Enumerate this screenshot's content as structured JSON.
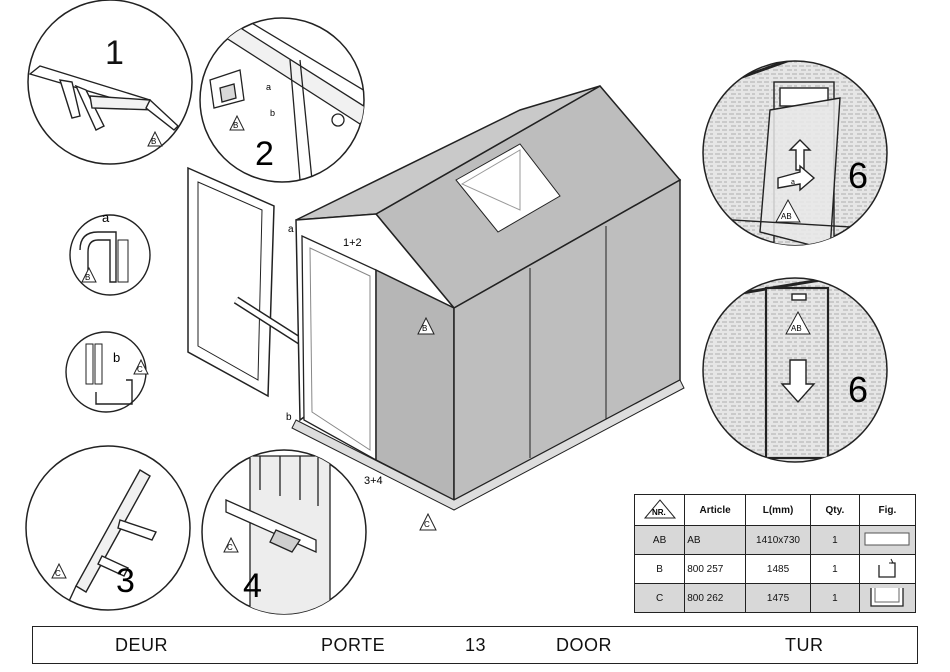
{
  "steps": {
    "s1": "1",
    "s2": "2",
    "s3": "3",
    "s4": "4",
    "s6a": "6",
    "s6b": "6"
  },
  "labels": {
    "a": "a",
    "b": "b",
    "step12": "1+2",
    "step34": "3+4",
    "tagB": "B",
    "tagC": "C",
    "tagAB": "AB"
  },
  "table": {
    "headers": {
      "nr": "NR.",
      "article": "Article",
      "length": "L(mm)",
      "qty": "Qty.",
      "fig": "Fig."
    },
    "rows": [
      {
        "nr": "AB",
        "article": "AB",
        "length": "1410x730",
        "qty": "1"
      },
      {
        "nr": "B",
        "article": "800 257",
        "length": "1485",
        "qty": "1"
      },
      {
        "nr": "C",
        "article": "800 262",
        "length": "1475",
        "qty": "1"
      }
    ]
  },
  "footer": {
    "deur": "DEUR",
    "porte": "PORTE",
    "page": "13",
    "door": "DOOR",
    "tur": "TUR"
  }
}
